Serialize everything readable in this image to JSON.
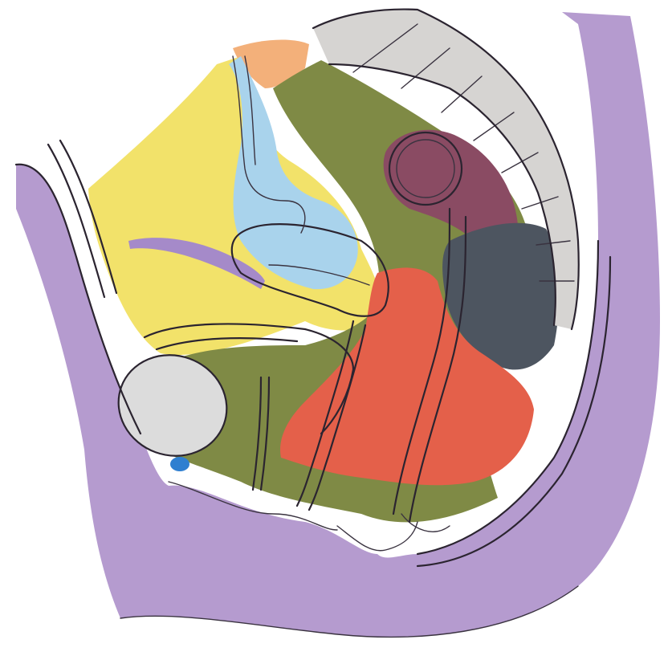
{
  "figure": {
    "regions": [
      {
        "id": "body-wall",
        "color": "#b59bcf"
      },
      {
        "id": "peritoneal-yellow",
        "color": "#f2e26a"
      },
      {
        "id": "upper-orange",
        "color": "#f3b07a"
      },
      {
        "id": "olive-pelvic-floor",
        "color": "#7f8a45"
      },
      {
        "id": "uterus-blue",
        "color": "#a9d3ec"
      },
      {
        "id": "rectum-maroon",
        "color": "#8a4b63"
      },
      {
        "id": "anorectal-slate",
        "color": "#4d5560"
      },
      {
        "id": "perineal-red",
        "color": "#e4604a"
      },
      {
        "id": "pubic-bone-grey",
        "color": "#dcdcdc"
      },
      {
        "id": "clitoris-blue",
        "color": "#2f7fd0"
      },
      {
        "id": "vertebrae-grey",
        "color": "#d6d4d2"
      },
      {
        "id": "round-ligament-purple",
        "color": "#a58ac9"
      }
    ]
  }
}
